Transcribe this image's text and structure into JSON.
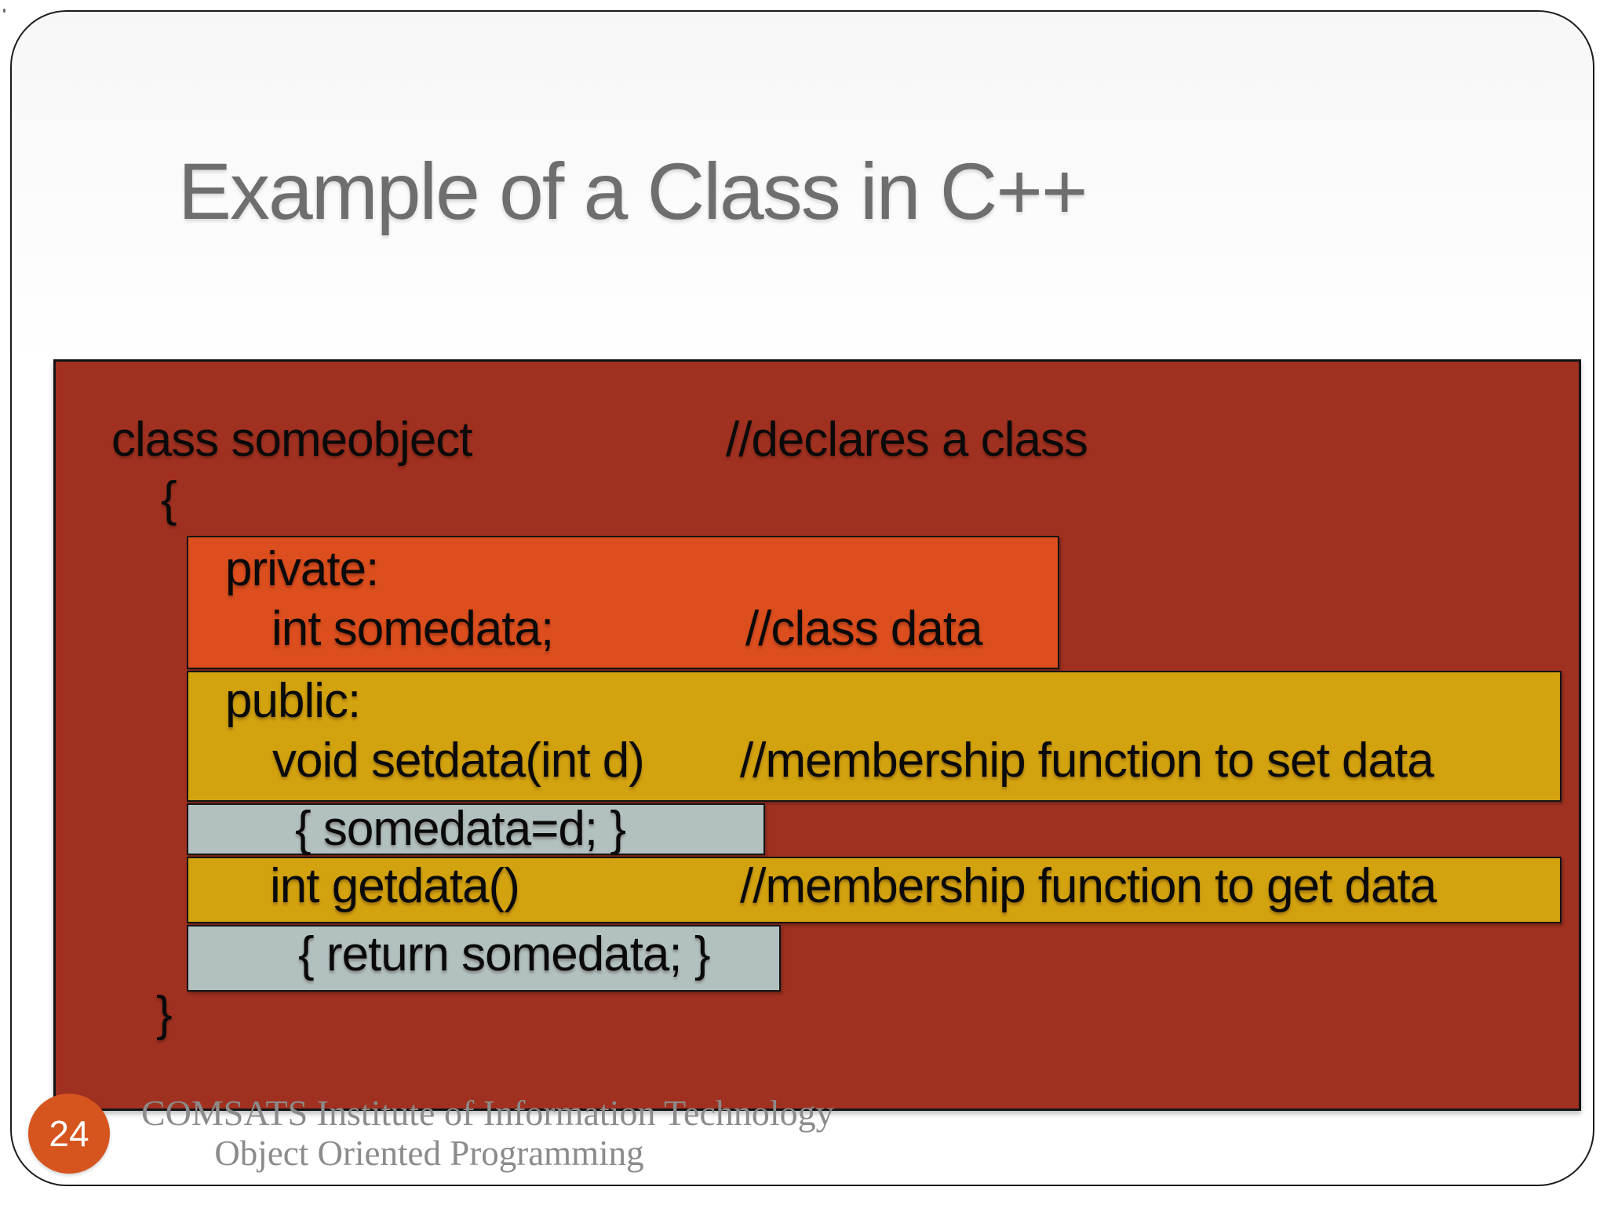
{
  "slide": {
    "title": "Example of a Class in C++",
    "code": {
      "declaration": "class someobject",
      "declaration_comment": "//declares a class",
      "open_brace": "{",
      "private_section": {
        "label": "private:",
        "member": "int somedata;",
        "member_comment": "//class data"
      },
      "public_section": {
        "label": "public:",
        "setdata_line": "void setdata(int d)",
        "setdata_comment": "//membership function to set data",
        "setdata_body": "{ somedata=d; }",
        "getdata_line": "int getdata()",
        "getdata_comment": "//membership function to get data",
        "getdata_body": "{ return somedata; }"
      },
      "close_brace": "}"
    },
    "footer": {
      "institute": "COMSATS Institute of Information Technology",
      "course": "Object Oriented Programming"
    },
    "page_number": "24",
    "colors": {
      "slide_red": "#A03120",
      "private_orange": "#DC4E1D",
      "public_gold": "#D2A20F",
      "body_gray": "#B2C1C0",
      "badge_orange": "#D6541E",
      "title_gray": "#6E6E6E"
    }
  }
}
